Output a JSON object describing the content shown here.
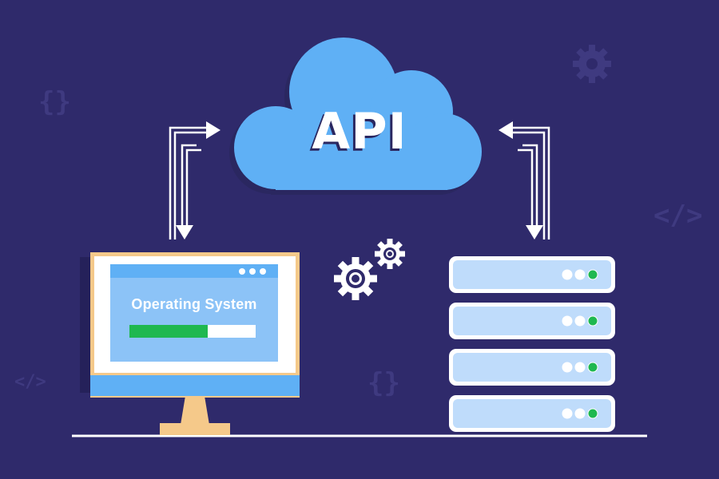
{
  "cloud": {
    "label": "API"
  },
  "monitor": {
    "screen_title": "Operating System",
    "progress_fraction": 0.62
  },
  "decorations": {
    "braces_glyph": "{}",
    "tag_glyph": "</>"
  },
  "colors": {
    "background": "#2f2a6b",
    "cloud": "#5fb0f5",
    "monitor_frame": "#f5c98a",
    "screen": "#8cc3f7",
    "progress": "#1fb84f",
    "server": "#bfdcfb",
    "led_green": "#1fb84f"
  },
  "server": {
    "unit_count": 4
  }
}
